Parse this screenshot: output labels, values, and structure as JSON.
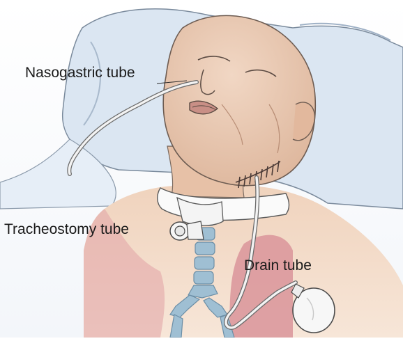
{
  "labels": {
    "nasogastric": "Nasogastric tube",
    "tracheostomy": "Tracheostomy tube",
    "drain": "Drain tube"
  },
  "colors": {
    "pillow": "#dbe6f2",
    "pillow_shade": "#c7d7ea",
    "skin": "#eccbb2",
    "skin_shade": "#dcae92",
    "chest_pink": "#d98b8f",
    "airway": "#9fbfd3",
    "collar": "#fafafa",
    "tube": "#f4f4f4",
    "outline": "#5a5a5a",
    "text": "#1b1b1b"
  }
}
